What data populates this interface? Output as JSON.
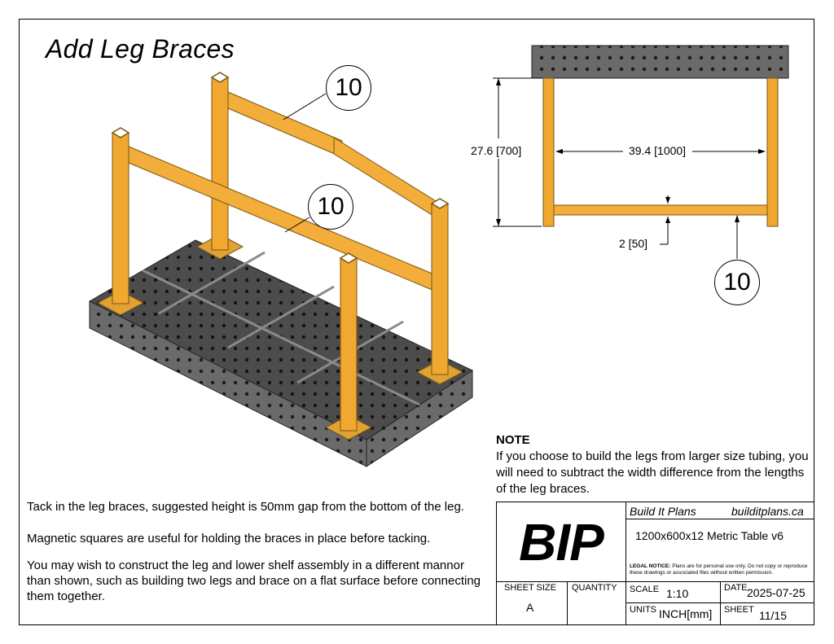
{
  "title": "Add Leg Braces",
  "callouts": {
    "iso_upper": "10",
    "iso_lower": "10",
    "front": "10"
  },
  "dimensions": {
    "height": "27.6 [700]",
    "width": "39.4 [1000]",
    "gap": "2 [50]"
  },
  "note": {
    "heading": "NOTE",
    "body": "If you choose to build the legs from larger size tubing, you will need to subtract the width difference from the lengths of the leg braces."
  },
  "instructions": [
    "Tack in the leg braces, suggested height is 50mm gap from the bottom of the leg.",
    "Magnetic squares are useful for holding the braces in place before tacking.",
    "You may wish to construct the leg and lower shelf assembly in a different mannor than shown, such as building two legs and brace on a flat surface before connecting them together."
  ],
  "title_block": {
    "logo": "BIP",
    "company": "Build It Plans",
    "website": "builditplans.ca",
    "drawing_title": "1200x600x12 Metric Table v6",
    "legal_label": "LEGAL NOTICE:",
    "legal_text": "Plans are for personal use only. Do not copy or reproduce these drawings or associated files without written permission.",
    "sheet_size_label": "SHEET SIZE",
    "sheet_size": "A",
    "quantity_label": "QUANTITY",
    "scale_label": "SCALE",
    "scale": "1:10",
    "date_label": "DATE",
    "date": "2025-07-25",
    "units_label": "UNITS",
    "units": "INCH[mm]",
    "sheet_label": "SHEET",
    "sheet": "11/15"
  },
  "colors": {
    "leg": "#f0a830",
    "leg_dark": "#c98a1e",
    "plate": "#5a5a5a",
    "plate_dark": "#3a3a3a"
  }
}
